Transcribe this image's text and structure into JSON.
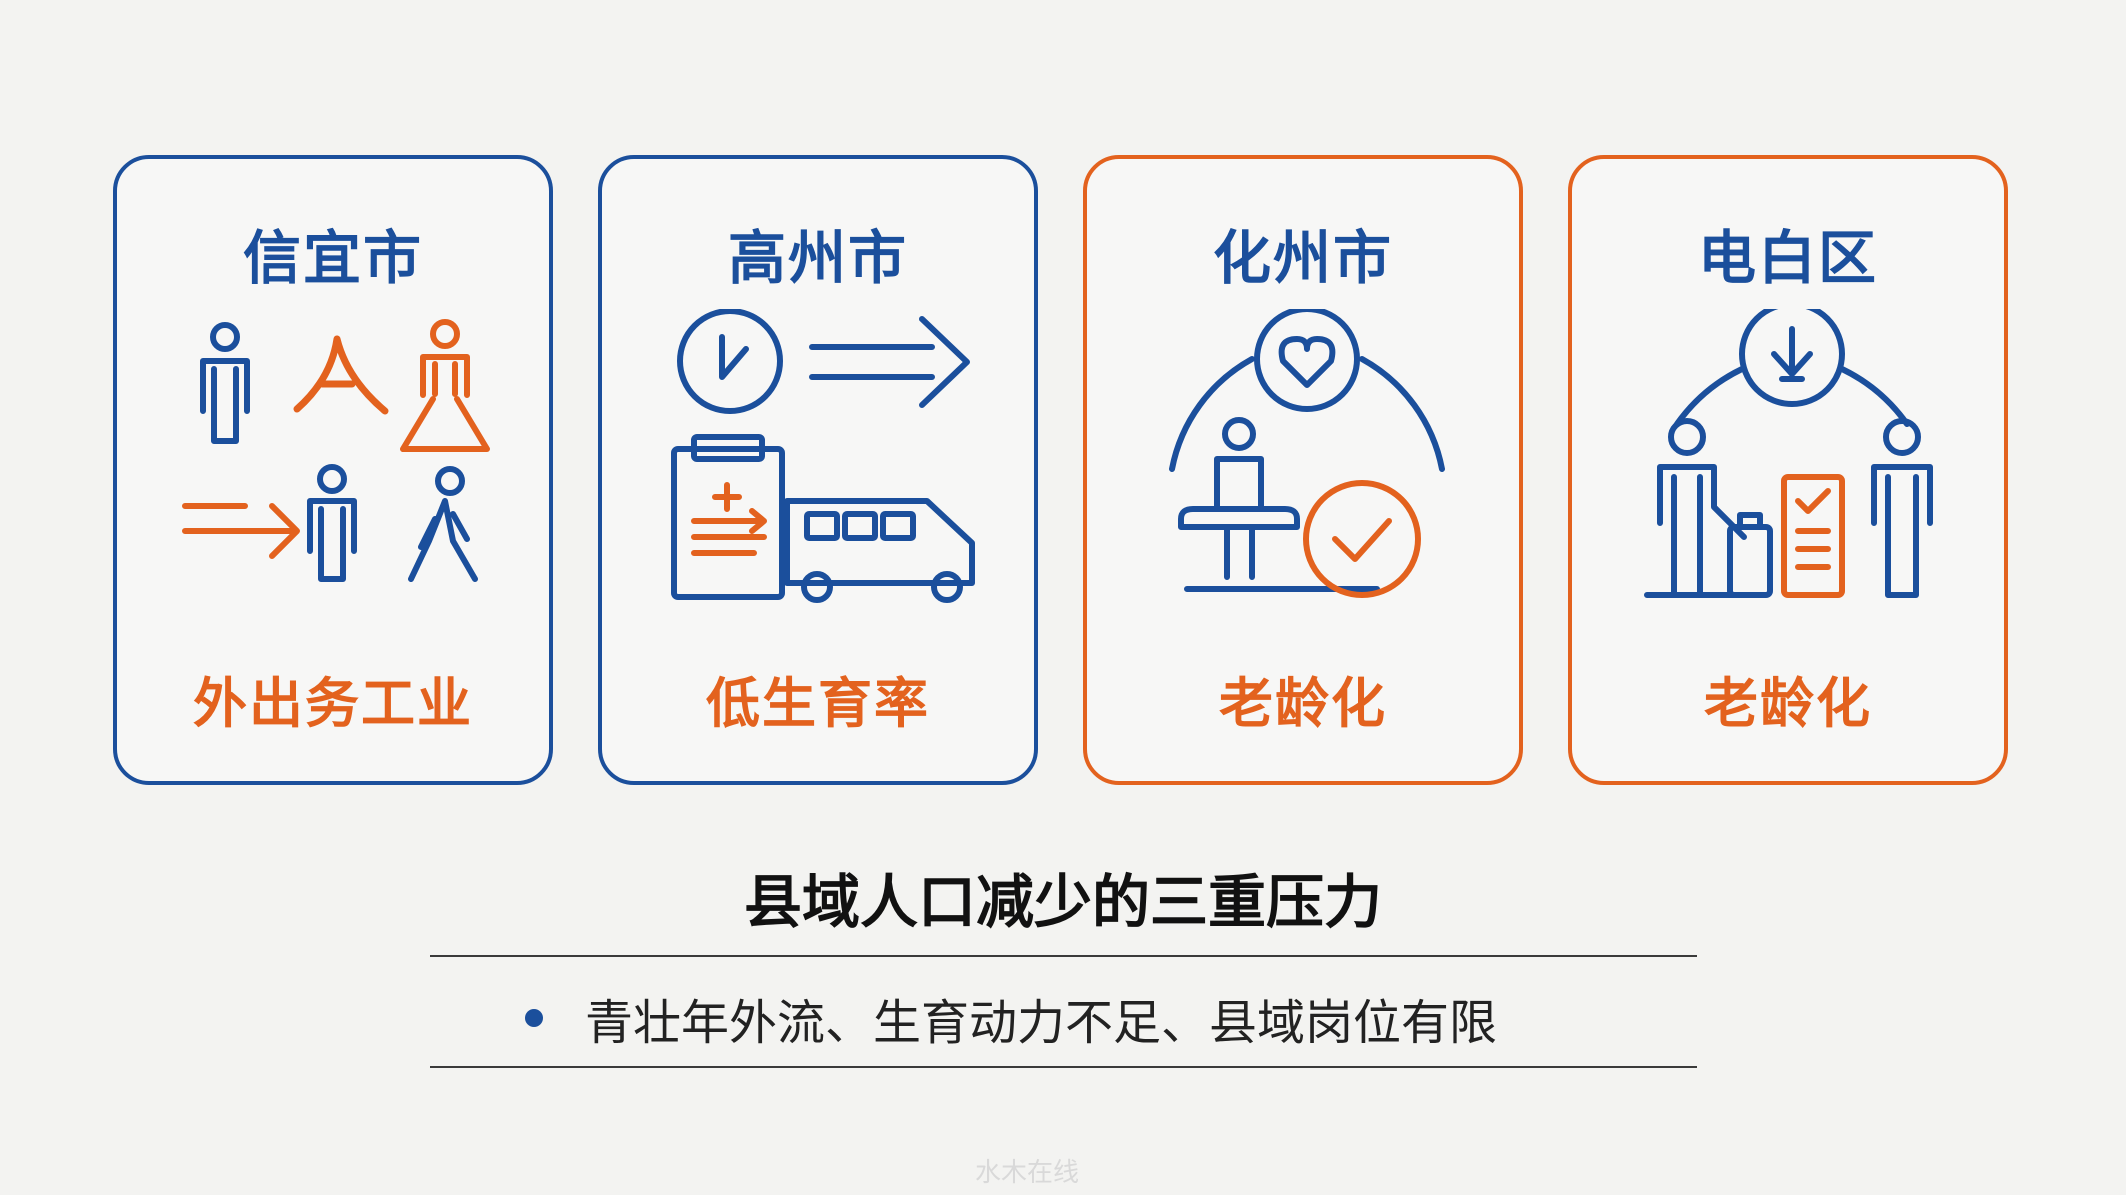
{
  "cards": [
    {
      "title": "信宜市",
      "label": "外出务工业",
      "border": "#1b4f9c"
    },
    {
      "title": "高州市",
      "label": "低生育率",
      "border": "#1b4f9c"
    },
    {
      "title": "化州市",
      "label": "老龄化",
      "border": "#e3621e"
    },
    {
      "title": "电白区",
      "label": "老龄化",
      "border": "#e3621e"
    }
  ],
  "headline": "县域人口减少的三重压力",
  "bullet": "青壮年外流、生育动力不足、县域岗位有限",
  "watermark": "水木在线",
  "colors": {
    "blue": "#1b4f9c",
    "orange": "#e3621e",
    "background": "#f3f3f1"
  },
  "icons": {
    "card1": [
      "person-icon",
      "split-arrow-icon",
      "person-skirt-icon",
      "arrow-right-icon",
      "person-icon",
      "walking-person-icon"
    ],
    "card2": [
      "clock-icon",
      "arrow-right-icon",
      "clipboard-icon",
      "bus-icon"
    ],
    "card3": [
      "heart-hand-icon",
      "seated-elder-icon",
      "check-circle-icon"
    ],
    "card4": [
      "download-circle-icon",
      "person-luggage-icon",
      "checklist-icon",
      "person-icon"
    ]
  }
}
